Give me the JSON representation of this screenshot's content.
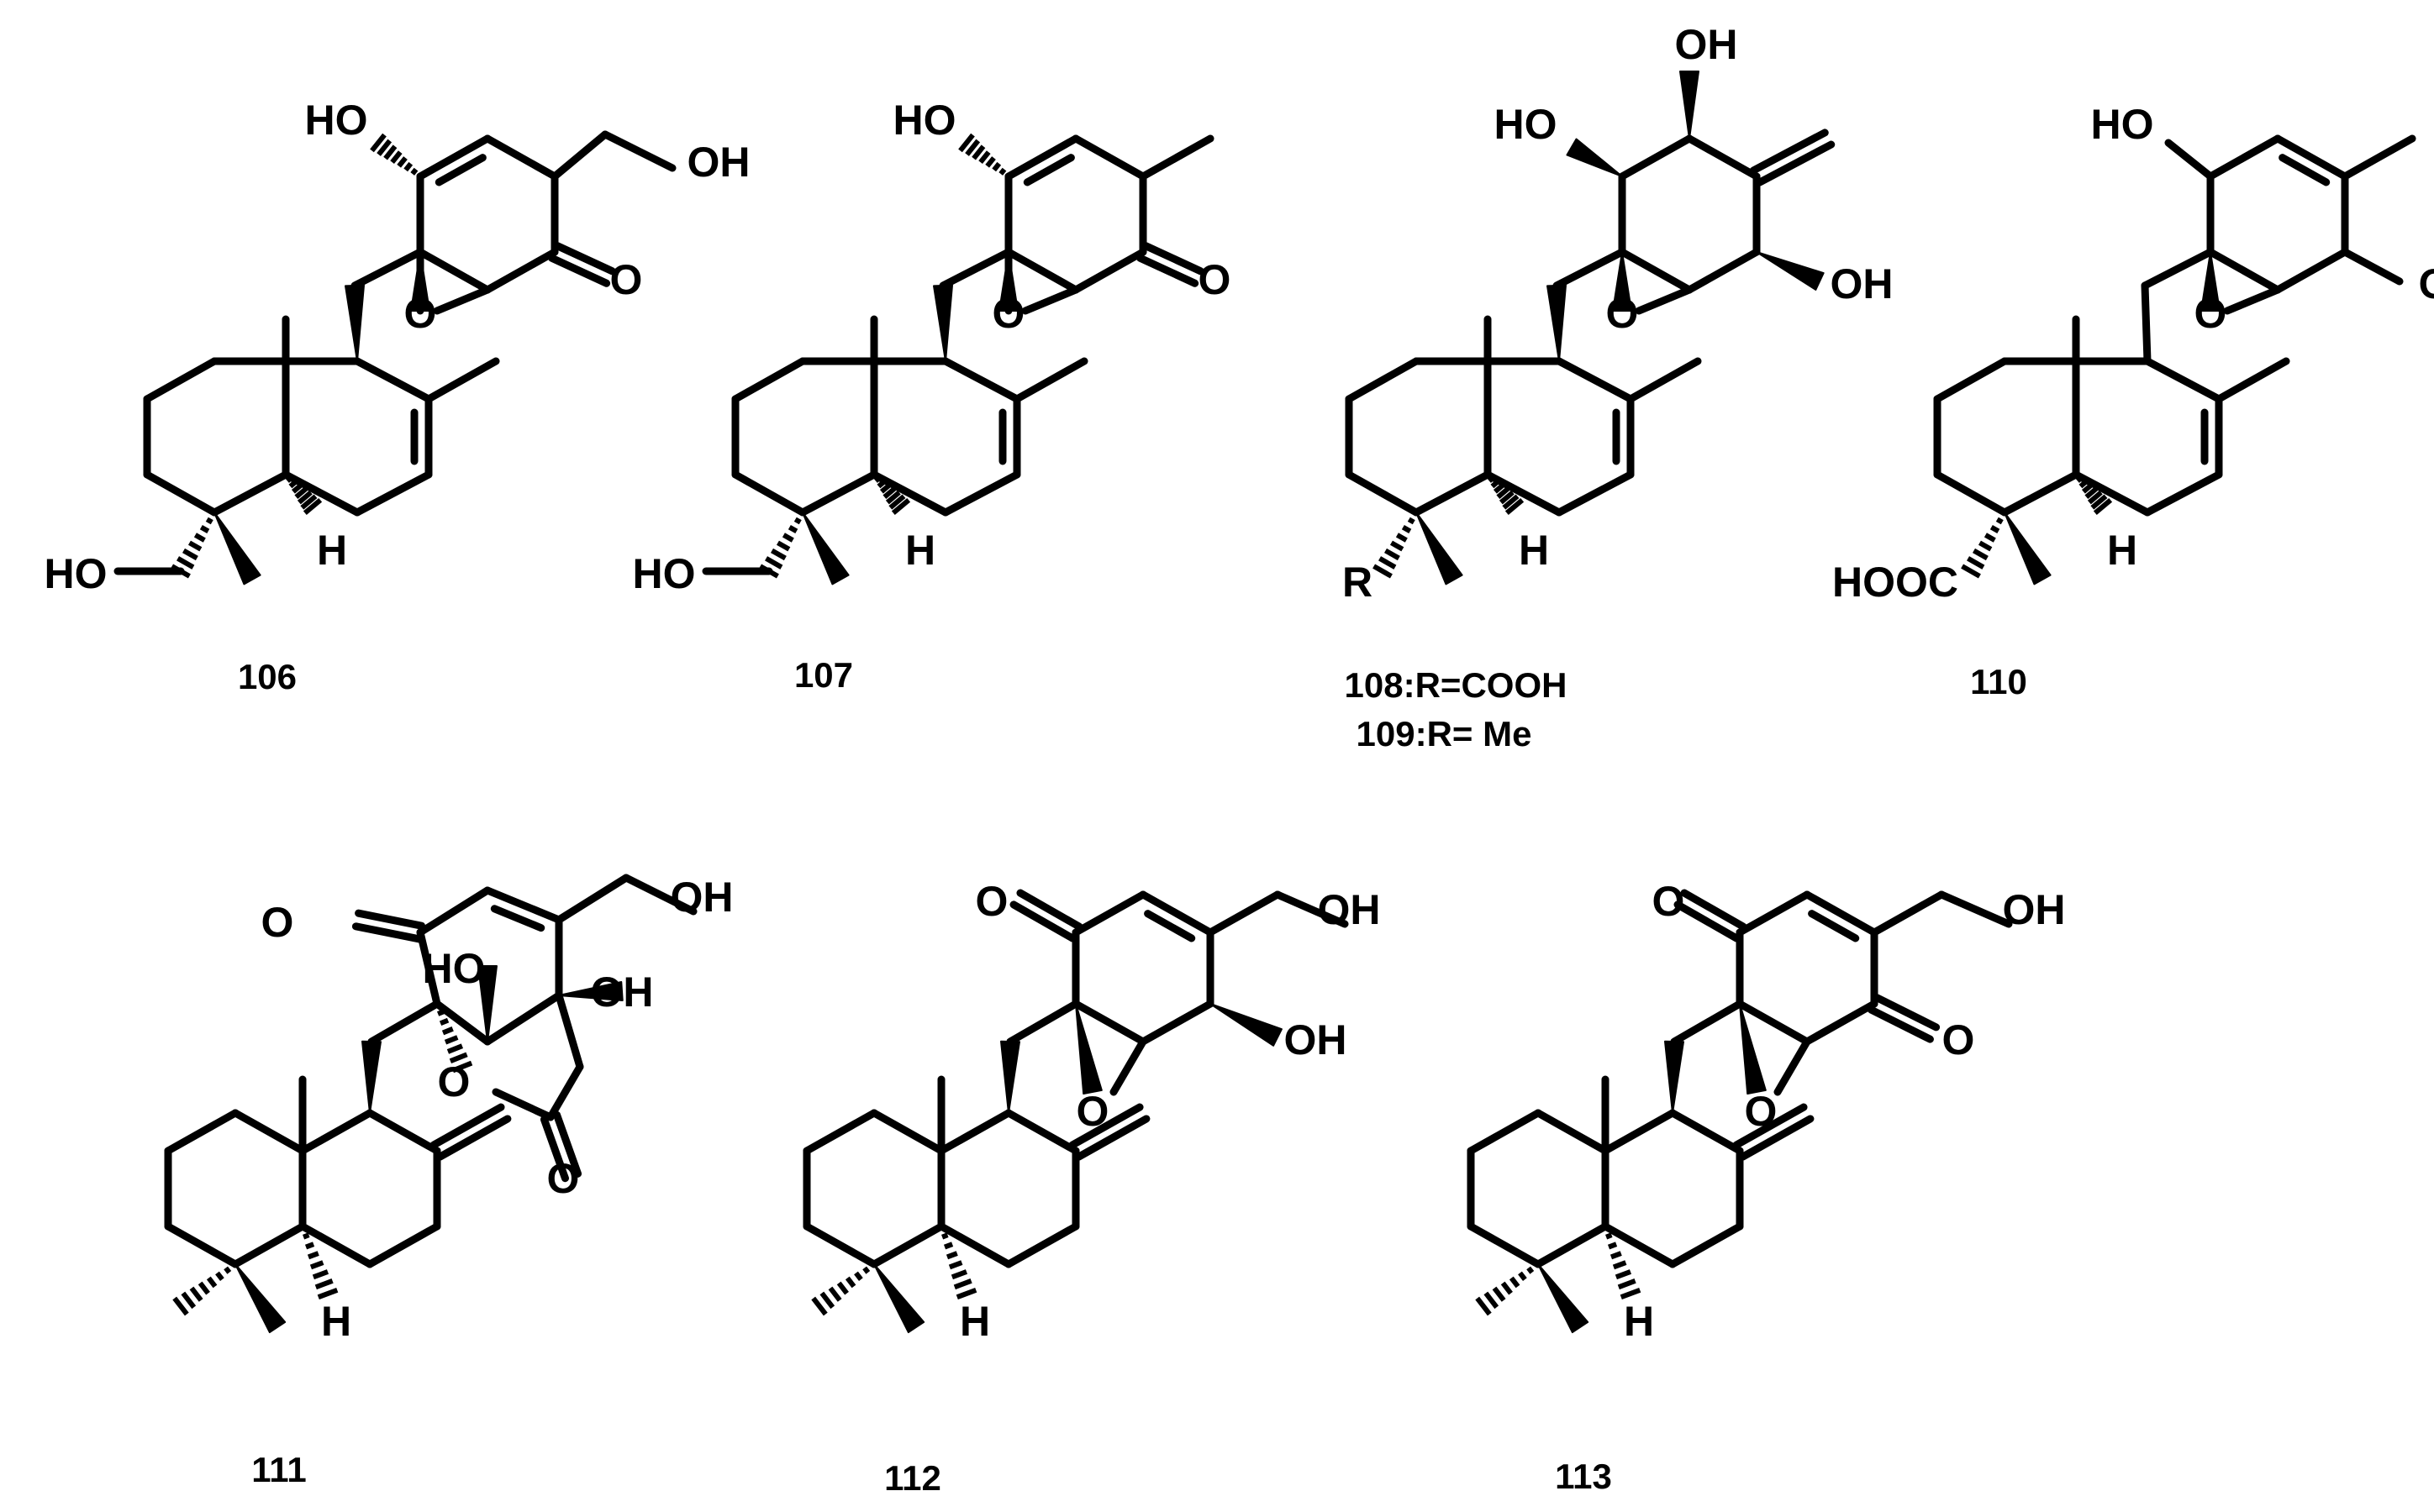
{
  "compounds": [
    {
      "id": "c106",
      "label": "106"
    },
    {
      "id": "c107",
      "label": "107"
    },
    {
      "id": "c108",
      "label": "108:R=COOH",
      "label2": "109:R= Me"
    },
    {
      "id": "c110",
      "label": "110"
    },
    {
      "id": "c111",
      "label": "111"
    },
    {
      "id": "c112",
      "label": "112"
    },
    {
      "id": "c113",
      "label": "113"
    }
  ],
  "atoms": {
    "HO": "HO",
    "OH": "OH",
    "O": "O",
    "H": "H",
    "R": "R",
    "HOOC": "HOOC"
  },
  "colors": {
    "ink": "#000000",
    "background": "#ffffff"
  }
}
